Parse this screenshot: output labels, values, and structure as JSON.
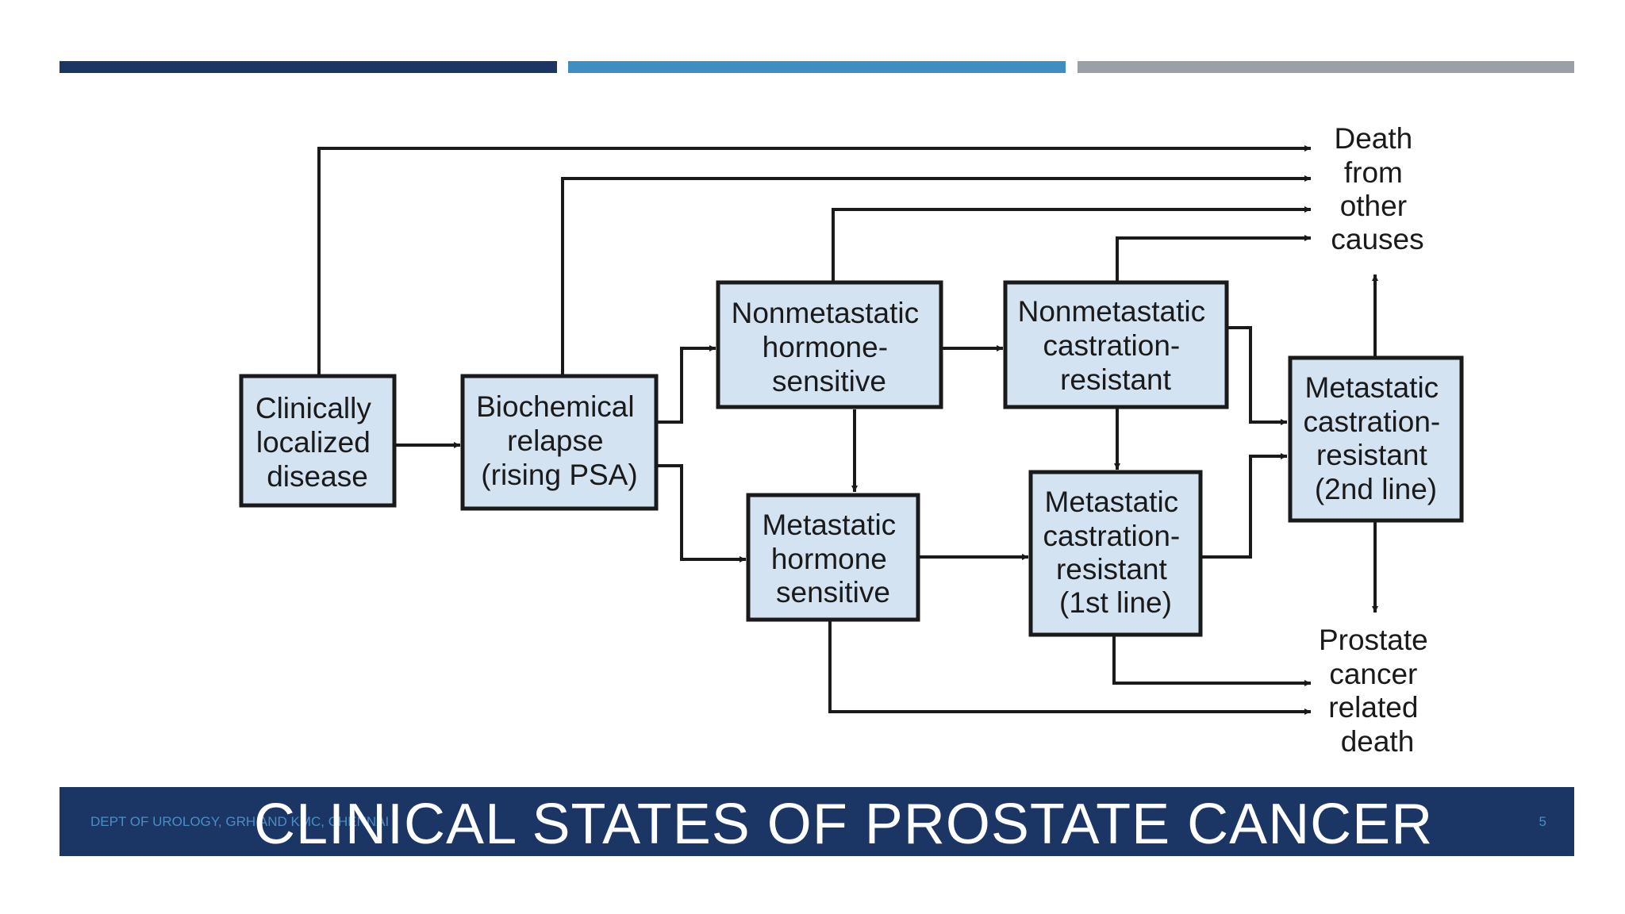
{
  "colors": {
    "bar_dark": "#1b3564",
    "bar_blue": "#3f8ec3",
    "bar_gray": "#9aa0a6",
    "box_fill": "#d3e3f2",
    "stroke": "#1a1a1a",
    "footer_bg": "#1b3564"
  },
  "diagram": {
    "nodes": {
      "localized": [
        "Clinically",
        "localized",
        "disease"
      ],
      "biochemical": [
        "Biochemical",
        "relapse",
        "(rising PSA)"
      ],
      "nm_hs": [
        "Nonmetastatic",
        "hormone-",
        "sensitive"
      ],
      "nm_cr": [
        "Nonmetastatic",
        "castration-",
        "resistant"
      ],
      "m_hs": [
        "Metastatic",
        "hormone",
        "sensitive"
      ],
      "m_cr1": [
        "Metastatic",
        "castration-",
        "resistant",
        "(1st line)"
      ],
      "m_cr2": [
        "Metastatic",
        "castration-",
        "resistant",
        "(2nd line)"
      ]
    },
    "outcomes": {
      "death_other": [
        "Death",
        "from",
        "other",
        "causes"
      ],
      "death_pc": [
        "Prostate",
        "cancer",
        "related",
        "death"
      ]
    }
  },
  "footer": {
    "dept": "DEPT OF UROLOGY, GRH AND KMC, CHENNAI",
    "title": "CLINICAL STATES OF PROSTATE CANCER",
    "page": "5"
  }
}
